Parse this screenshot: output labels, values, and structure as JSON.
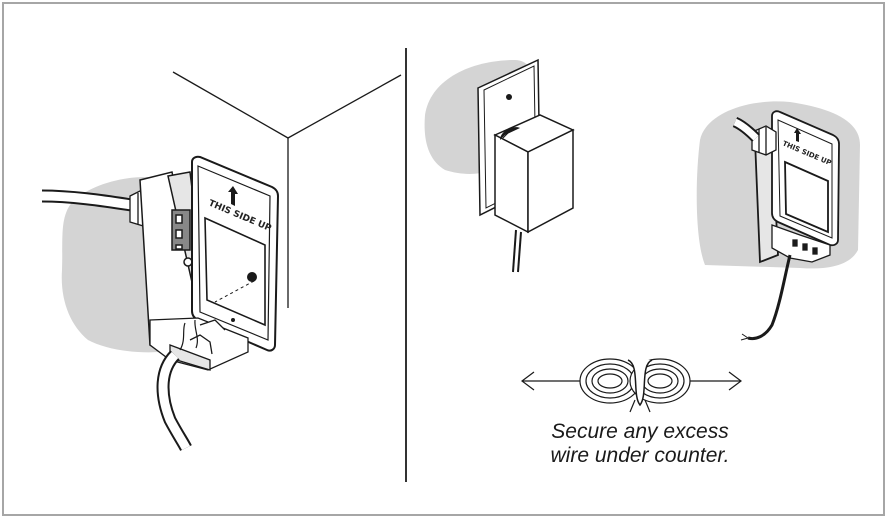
{
  "caption": {
    "line1": "Secure any excess",
    "line2": "wire under counter."
  },
  "labels": {
    "box_left": "THIS SIDE UP",
    "box_right": "THIS SIDE UP"
  },
  "colors": {
    "frame": "#a6a6a6",
    "ink": "#1a1a1a",
    "shadow": "#d4d4d4",
    "divider": "#333333"
  }
}
